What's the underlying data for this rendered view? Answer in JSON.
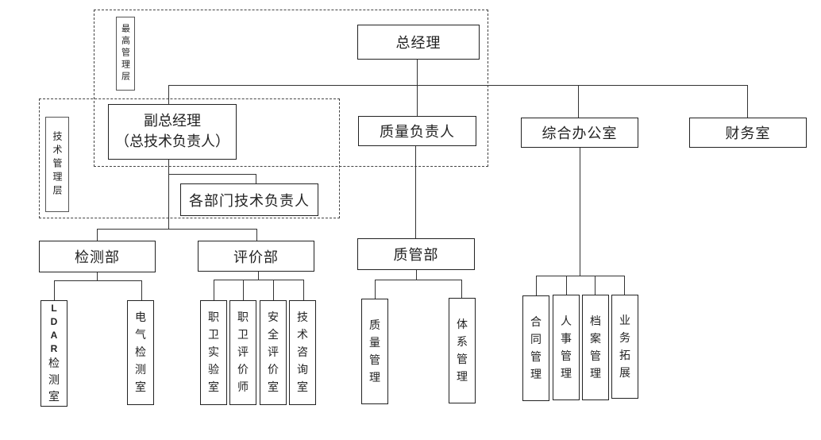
{
  "layers": {
    "top_management": "最高管理层",
    "technical_management": "技术管理层"
  },
  "nodes": {
    "general_manager": "总经理",
    "deputy_gm_line1": "副总经理",
    "deputy_gm_line2": "（总技术负责人）",
    "quality_lead": "质量负责人",
    "general_office": "综合办公室",
    "finance": "财务室",
    "dept_tech_leads": "各部门技术负责人",
    "testing_dept": "检测部",
    "evaluation_dept": "评价部",
    "quality_dept": "质管部"
  },
  "testing_units": [
    {
      "prefix": [
        "L",
        "D",
        "A",
        "R"
      ],
      "chars": [
        "检",
        "测",
        "室"
      ]
    },
    {
      "prefix": [],
      "chars": [
        "电",
        "气",
        "检",
        "测",
        "室"
      ]
    }
  ],
  "evaluation_units": [
    [
      "职",
      "卫",
      "实",
      "验",
      "室"
    ],
    [
      "职",
      "卫",
      "评",
      "价",
      "师"
    ],
    [
      "安",
      "全",
      "评",
      "价",
      "室"
    ],
    [
      "技",
      "术",
      "咨",
      "询",
      "室"
    ]
  ],
  "quality_units": [
    [
      "质",
      "量",
      "管",
      "理"
    ],
    [
      "体",
      "系",
      "管",
      "理"
    ]
  ],
  "office_units": [
    [
      "合",
      "同",
      "管",
      "理"
    ],
    [
      "人",
      "事",
      "管",
      "理"
    ],
    [
      "档",
      "案",
      "管",
      "理"
    ],
    [
      "业",
      "务",
      "拓",
      "展"
    ]
  ]
}
